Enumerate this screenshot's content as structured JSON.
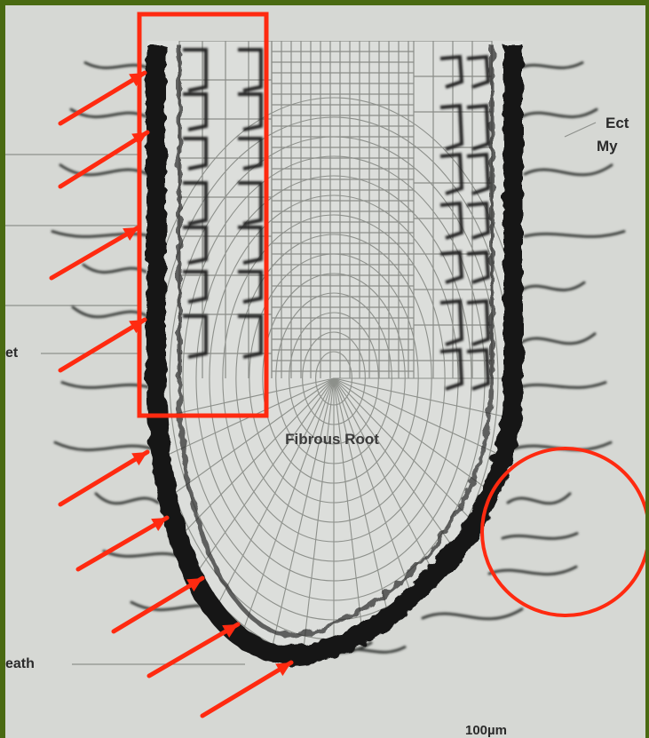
{
  "labels": {
    "center": "Fibrous Root",
    "top_right_line1": "Ect",
    "top_right_line2": "My",
    "left_mid": "et",
    "left_bottom": "eath",
    "scale_bar": "100µm"
  },
  "colors": {
    "frame_border": "#4a6a12",
    "background": "#d6d8d4",
    "annotation": "#ff2a10",
    "mantle": "#141414"
  },
  "annotations": {
    "rectangle": "highlight-box",
    "circle": "highlight-circle",
    "arrow_count": 9
  }
}
